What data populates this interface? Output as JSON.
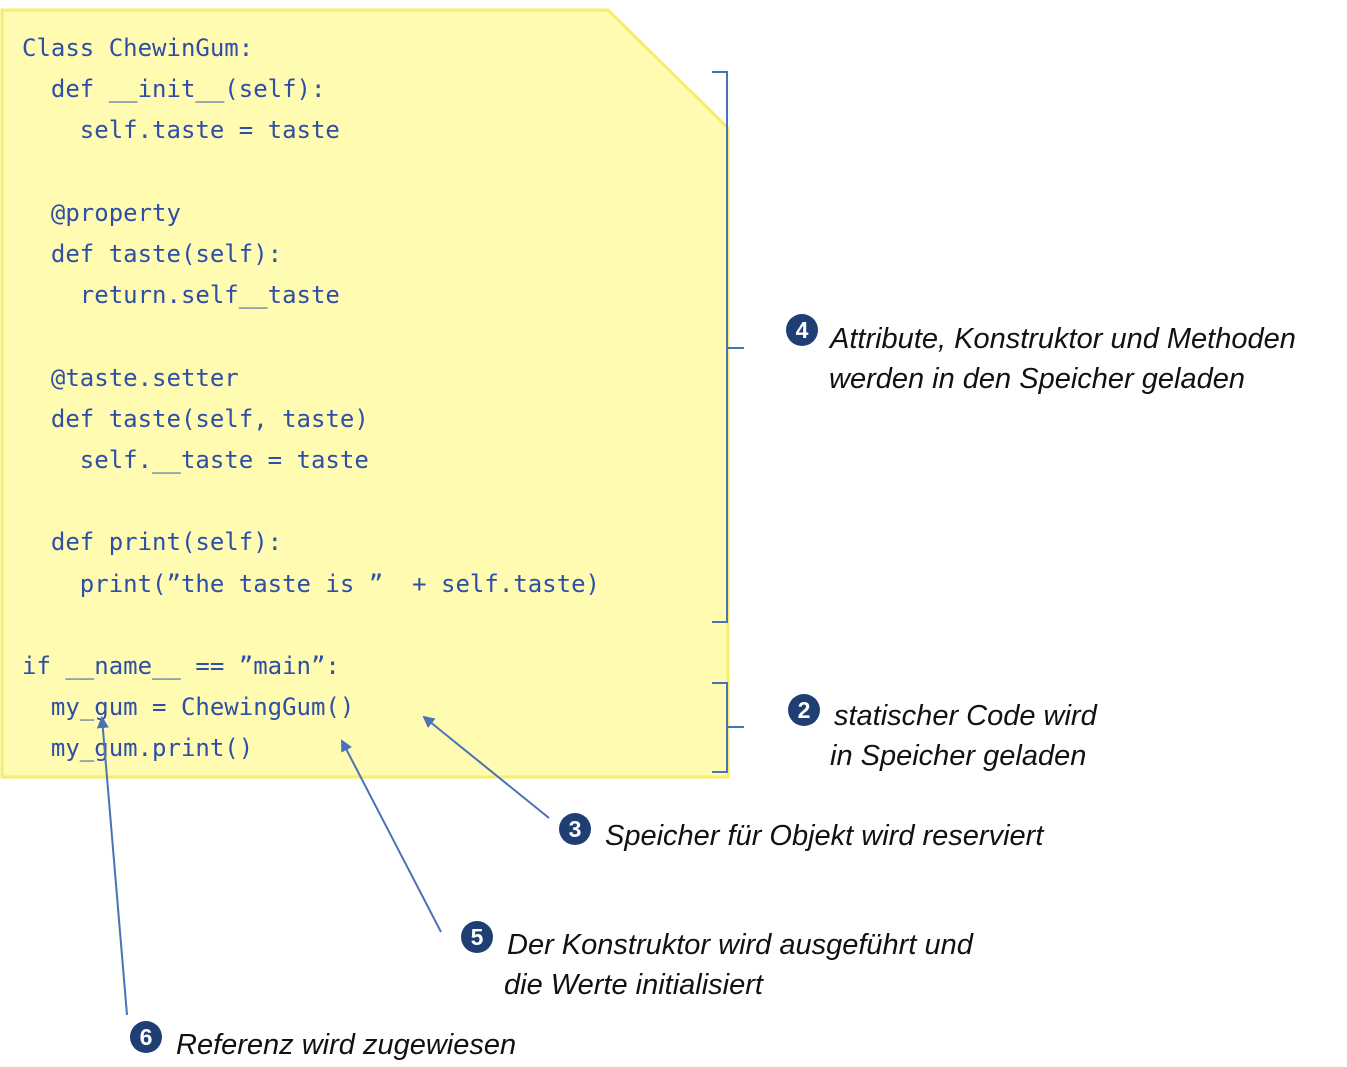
{
  "code_lines": [
    "Class ChewinGum:",
    "  def __init__(self):",
    "    self.taste = taste",
    "",
    "  @property",
    "  def taste(self):",
    "    return.self__taste",
    "",
    "  @taste.setter",
    "  def taste(self, taste)",
    "    self.__taste = taste",
    "",
    "  def print(self):",
    "    print(”the taste is ”  + self.taste)",
    "",
    "if __name__ == ”main”:",
    "  my_gum = ChewingGum()",
    "  my_gum.print()"
  ],
  "annotations": {
    "step4": {
      "number": "4",
      "lines": [
        "Attribute, Konstruktor und Methoden",
        "werden in den Speicher geladen"
      ]
    },
    "step2": {
      "number": "2",
      "lines": [
        "statischer Code wird",
        "in Speicher geladen"
      ]
    },
    "step3": {
      "number": "3",
      "lines": [
        "Speicher für Objekt wird reserviert"
      ]
    },
    "step5": {
      "number": "5",
      "lines": [
        "Der Konstruktor wird ausgeführt und",
        "die Werte initialisiert"
      ]
    },
    "step6": {
      "number": "6",
      "lines": [
        "Referenz wird zugewiesen"
      ]
    }
  },
  "colors": {
    "note_fill": "#FFFBB0",
    "note_border": "#F5EE6A",
    "code_text": "#2E4FA8",
    "connector": "#4A72B8",
    "badge": "#1F3F74"
  }
}
